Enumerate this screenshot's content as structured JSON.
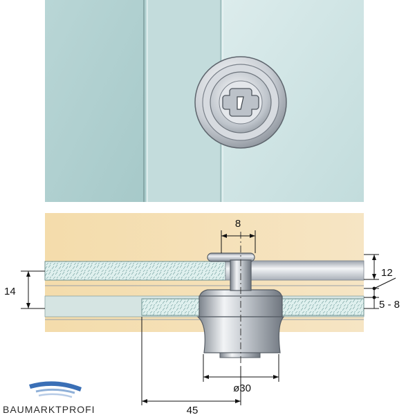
{
  "dimensions": {
    "pin_diameter": "8",
    "upper_glass": "12",
    "gap": "14",
    "lower_glass": "5 - 8",
    "lock_diameter": "ø30",
    "edge_distance": "45"
  },
  "brand": {
    "name": "BAUMARKTPROFI",
    "logo_icon": "roof-icon"
  },
  "colors": {
    "glass_front": "#c9e0e0",
    "wood": "#f1d9a8",
    "steel": "#c8ccd2",
    "logo_blue": "#3a6fb6"
  }
}
